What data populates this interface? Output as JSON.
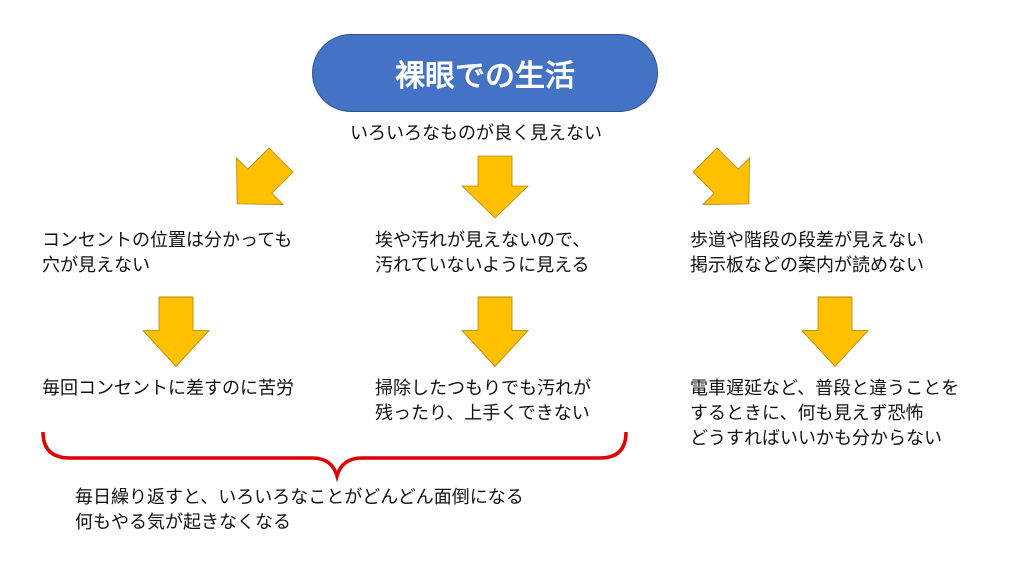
{
  "title": "裸眼での生活",
  "subtitle": "いろいろなものが良く見えない",
  "columns": [
    {
      "problem": [
        "コンセントの位置は分かっても",
        "穴が見えない"
      ],
      "result": [
        "毎回コンセントに差すのに苦労"
      ]
    },
    {
      "problem": [
        "埃や汚れが見えないので、",
        "汚れていないように見える"
      ],
      "result": [
        "掃除したつもりでも汚れが",
        "残ったり、上手くできない"
      ]
    },
    {
      "problem": [
        "歩道や階段の段差が見えない",
        "掲示板などの案内が読めない"
      ],
      "result": [
        "電車遅延など、普段と違うことを",
        "するときに、何も見えず恐怖",
        "どうすればいいかも分からない"
      ]
    }
  ],
  "summary": [
    "毎日繰り返すと、いろいろなことがどんどん面倒になる",
    "何もやる気が起きなくなる"
  ],
  "colors": {
    "pill": "#4472C4",
    "arrow": "#FFC000",
    "bracket": "#E00000"
  }
}
